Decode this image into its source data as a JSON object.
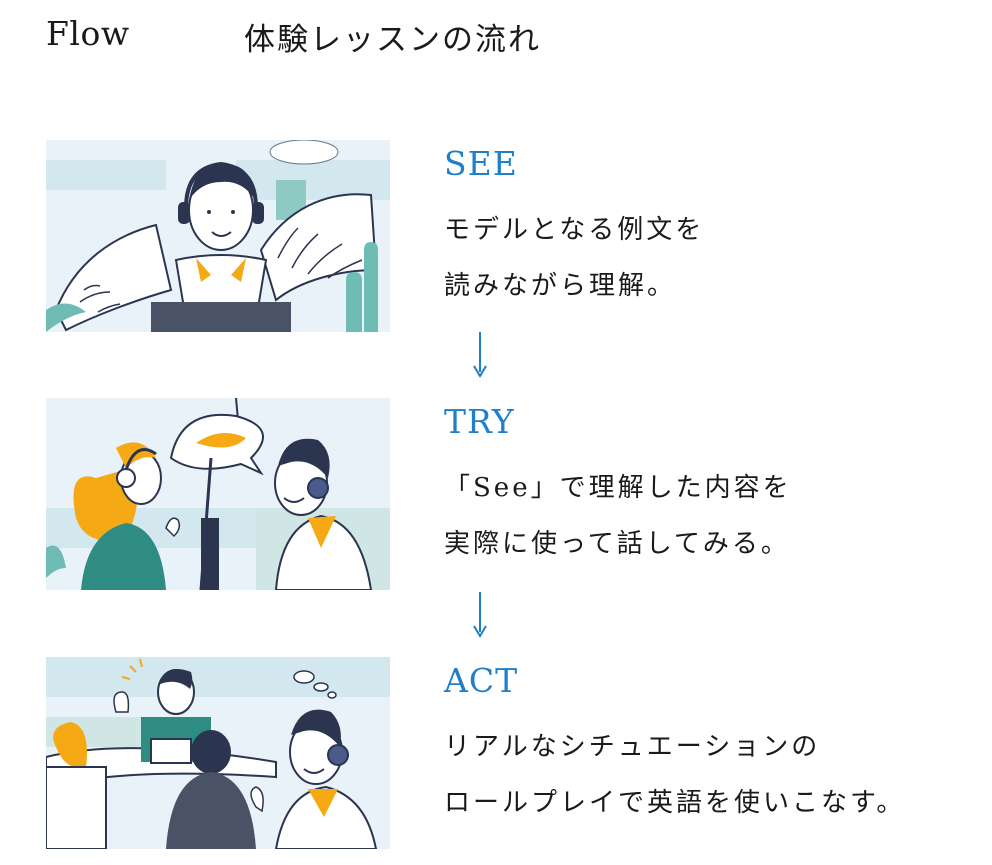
{
  "header": {
    "title_en": "Flow",
    "title_ja": "体験レッスンの流れ"
  },
  "steps": [
    {
      "title": "SEE",
      "lines": [
        "モデルとなる例文を",
        "読みながら理解。"
      ],
      "illustration": "man-with-headphones-reading-papers"
    },
    {
      "title": "TRY",
      "lines": [
        "「See」で理解した内容を",
        "実際に使って話してみる。"
      ],
      "illustration": "two-people-talking-with-headphones"
    },
    {
      "title": "ACT",
      "lines": [
        "リアルなシチュエーションの",
        "ロールプレイで英語を使いこなす。"
      ],
      "illustration": "office-role-play-scene"
    }
  ],
  "colors": {
    "accent_blue": "#1f7fc8",
    "illus_background": "#e8f2f8",
    "illus_teal": "#6fbcb5",
    "illus_navy": "#2b3550",
    "illus_orange": "#f5a915",
    "illus_green": "#2e8c82"
  }
}
